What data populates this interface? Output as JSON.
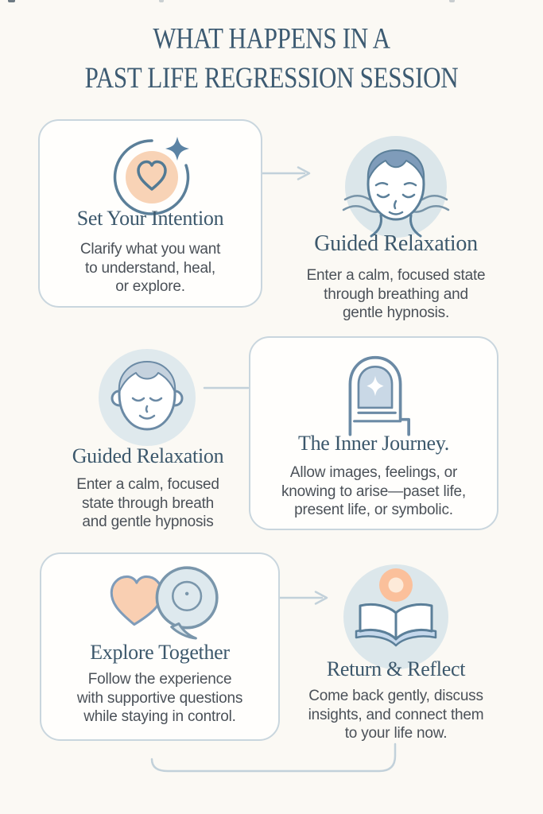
{
  "title": {
    "line1": "WHAT HAPPENS IN A",
    "line2": "PAST LIFE REGRESSION SESSION"
  },
  "steps": [
    {
      "id": "set-your-intention",
      "heading": "Set Your Intention",
      "body": [
        "Clarify what you want",
        "to understand, heal,",
        "or explore."
      ],
      "icon": "heart-sparkle-icon",
      "card": true
    },
    {
      "id": "guided-relaxation-top",
      "heading": "Guided Relaxation",
      "body": [
        "Enter a calm, focused state",
        "through breathing and",
        "gentle hypnosis."
      ],
      "icon": "calm-face-waves-icon",
      "card": false
    },
    {
      "id": "guided-relaxation-middle",
      "heading": "Guided Relaxation",
      "body": [
        "Enter a calm, focused",
        "state through breath",
        "and gentle hypnosis"
      ],
      "icon": "calm-face-icon",
      "card": false
    },
    {
      "id": "inner-journey",
      "heading": "The Inner Journey.",
      "body": [
        "Allow images, feelings, or",
        "knowing to arise—paset life,",
        "present life, or symbolic."
      ],
      "icon": "doorway-sparkle-icon",
      "card": true
    },
    {
      "id": "explore-together",
      "heading": "Explore Together",
      "body": [
        "Follow the experience",
        "with supportive questions",
        "while staying in control."
      ],
      "icon": "heart-speech-bubble-icon",
      "card": true
    },
    {
      "id": "return-reflect",
      "heading": "Return & Reflect",
      "body": [
        "Come back gently, discuss",
        "insights, and connect them",
        "to your life now."
      ],
      "icon": "open-book-glow-icon",
      "card": false
    }
  ],
  "colors": {
    "background": "#FBF9F4",
    "card_background": "#FFFEFC",
    "card_border": "#C9D6DE",
    "title_text": "#3D5B72",
    "heading_text": "#3C586C",
    "body_text": "#4B5158",
    "connector": "#C2D1DA",
    "icon_stroke": "#5B7F99",
    "icon_stroke_soft": "#7F9CBA",
    "peach_fill": "#F8D3B6",
    "peach_heart": "#F9CFB2",
    "orb_peach": "#FBC09B",
    "orb_core": "#FDEAD9",
    "light_circle": "#DCE7EB",
    "bubble_fill": "#DEE9EE",
    "arch_fill": "#C9D8E6",
    "hair_dark": "#7F9CBA",
    "hair_light": "#C5D2DE",
    "star_blue": "#5B83A4"
  }
}
